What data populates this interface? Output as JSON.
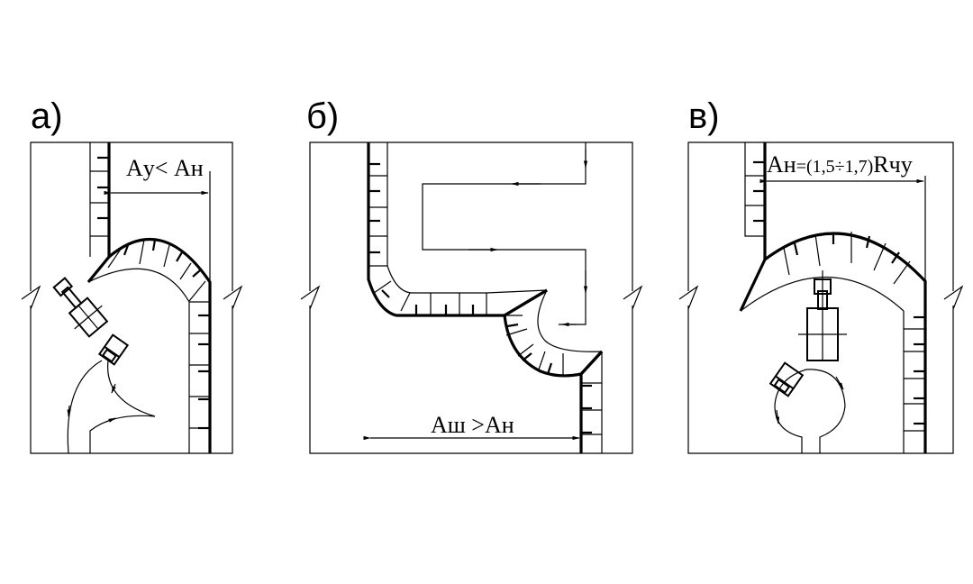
{
  "panels": [
    {
      "id": "a",
      "label": "а)",
      "formula": "Aу< Aн"
    },
    {
      "id": "b",
      "label": "б)",
      "formula": "Aш >Aн"
    },
    {
      "id": "c",
      "label": "в)",
      "formula_main": "Aн",
      "formula_range": "=(1,5÷1,7)",
      "formula_tail": "Rчу"
    }
  ]
}
